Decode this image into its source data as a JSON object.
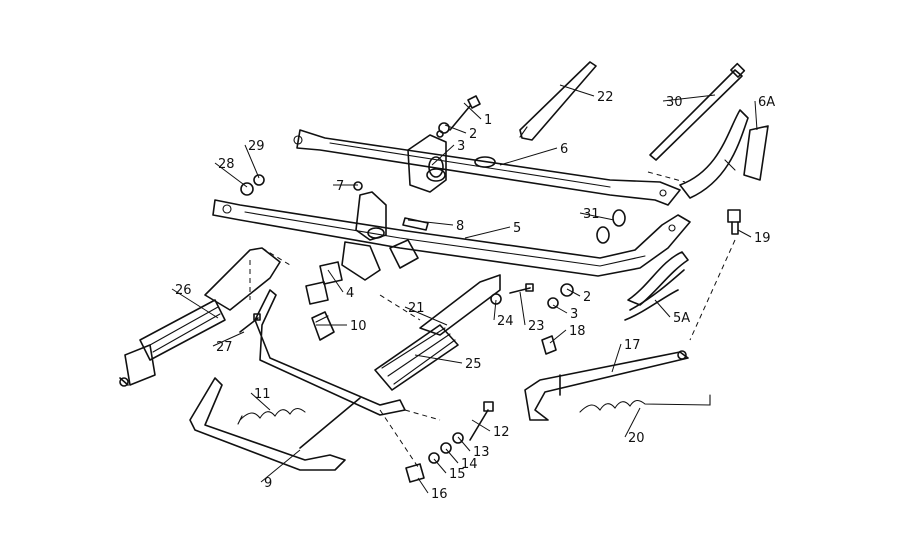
{
  "callouts": [
    {
      "label": "1",
      "to": [
        464,
        103
      ]
    },
    {
      "label": "2",
      "to": [
        445,
        125
      ]
    },
    {
      "label": "3",
      "to": [
        432,
        165
      ]
    },
    {
      "label": "4",
      "to": [
        328,
        270
      ]
    },
    {
      "label": "5",
      "to": [
        465,
        238
      ]
    },
    {
      "label": "6",
      "to": [
        500,
        165
      ]
    },
    {
      "label": "7",
      "to": [
        358,
        185
      ]
    },
    {
      "label": "8",
      "to": [
        408,
        220
      ]
    },
    {
      "label": "9",
      "to": [
        300,
        450
      ]
    },
    {
      "label": "10",
      "to": [
        316,
        325
      ]
    },
    {
      "label": "11",
      "to": [
        270,
        410
      ]
    },
    {
      "label": "12",
      "to": [
        472,
        420
      ]
    },
    {
      "label": "13",
      "to": [
        458,
        437
      ]
    },
    {
      "label": "14",
      "to": [
        446,
        449
      ]
    },
    {
      "label": "15",
      "to": [
        434,
        459
      ]
    },
    {
      "label": "16",
      "to": [
        418,
        478
      ]
    },
    {
      "label": "17",
      "to": [
        612,
        372
      ]
    },
    {
      "label": "18",
      "to": [
        550,
        343
      ]
    },
    {
      "label": "19",
      "to": [
        738,
        230
      ]
    },
    {
      "label": "20",
      "to": [
        640,
        408
      ]
    },
    {
      "label": "21",
      "to": [
        447,
        325
      ]
    },
    {
      "label": "22",
      "to": [
        560,
        85
      ]
    },
    {
      "label": "23",
      "to": [
        520,
        292
      ]
    },
    {
      "label": "24",
      "to": [
        496,
        300
      ]
    },
    {
      "label": "25",
      "to": [
        415,
        355
      ]
    },
    {
      "label": "26",
      "to": [
        218,
        318
      ]
    },
    {
      "label": "27",
      "to": [
        244,
        332
      ]
    },
    {
      "label": "28",
      "to": [
        247,
        187
      ]
    },
    {
      "label": "29",
      "to": [
        259,
        178
      ]
    },
    {
      "label": "30",
      "to": [
        715,
        95
      ]
    },
    {
      "label": "31",
      "to": [
        614,
        220
      ]
    },
    {
      "label": "2",
      "to": [
        567,
        289
      ]
    },
    {
      "label": "3",
      "to": [
        553,
        305
      ]
    },
    {
      "label": "5A",
      "to": [
        655,
        300
      ]
    },
    {
      "label": "6A",
      "to": [
        757,
        130
      ]
    }
  ]
}
